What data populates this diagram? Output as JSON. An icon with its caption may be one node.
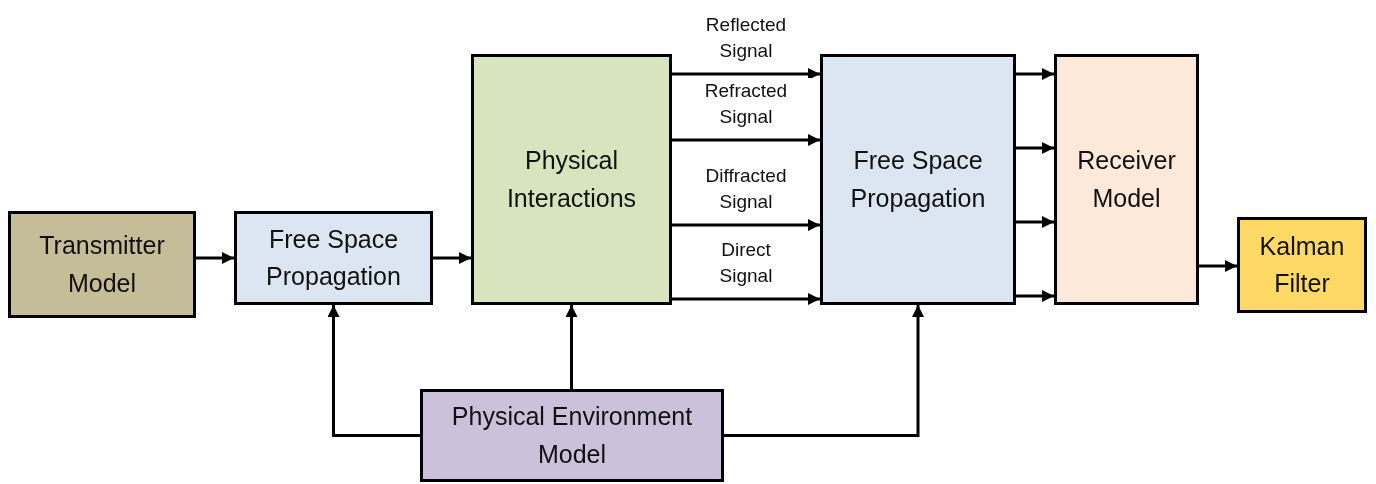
{
  "diagram": {
    "nodes": [
      {
        "text": [
          "Transmitter Model"
        ]
      },
      {
        "text": [
          "Free Space Propagation"
        ]
      },
      {
        "text": [
          "Physical Interactions"
        ]
      },
      {
        "text": [
          "Free Space Propagation"
        ]
      },
      {
        "text": [
          "Receiver Model"
        ]
      },
      {
        "text": [
          "Kalman Filter"
        ]
      },
      {
        "text": [
          "Physical Environment Model"
        ]
      }
    ],
    "edges": [
      {
        "from": 0,
        "to": 1,
        "arrow": "to"
      },
      {
        "from": 1,
        "to": 2,
        "arrow": "to"
      },
      {
        "from": 2,
        "to": 3,
        "arrow": "to",
        "label": "Reflected Signal"
      },
      {
        "from": 2,
        "to": 3,
        "arrow": "to",
        "label": "Refracted Signal"
      },
      {
        "from": 2,
        "to": 3,
        "arrow": "to",
        "label": "Diffracted Signal"
      },
      {
        "from": 2,
        "to": 3,
        "arrow": "to",
        "label": "Direct Signal"
      },
      {
        "from": 3,
        "to": 4,
        "arrow": "to"
      },
      {
        "from": 3,
        "to": 4,
        "arrow": "to"
      },
      {
        "from": 3,
        "to": 4,
        "arrow": "to"
      },
      {
        "from": 3,
        "to": 4,
        "arrow": "to"
      },
      {
        "from": 4,
        "to": 5,
        "arrow": "to"
      },
      {
        "from": 6,
        "to": 1,
        "arrow": "to"
      },
      {
        "from": 6,
        "to": 2,
        "arrow": "to"
      },
      {
        "from": 6,
        "to": 3,
        "arrow": "to"
      }
    ]
  }
}
